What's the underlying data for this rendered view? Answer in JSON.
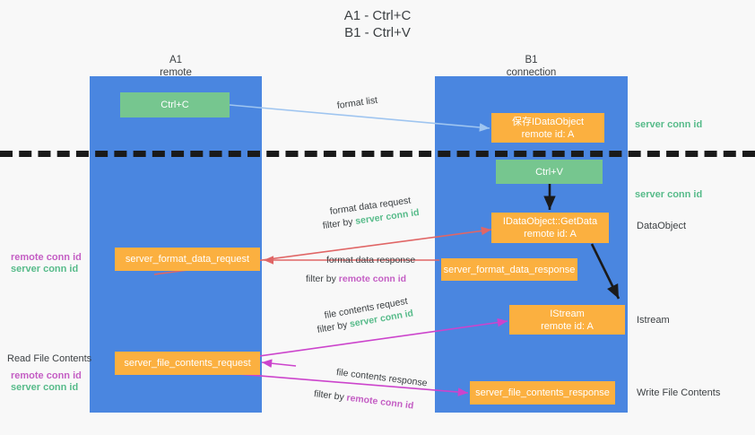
{
  "title": {
    "line1": "A1 - Ctrl+C",
    "line2": "B1 - Ctrl+V"
  },
  "columns": [
    {
      "name": "A1",
      "sub": "remote"
    },
    {
      "name": "B1",
      "sub": "connection"
    }
  ],
  "nodes": {
    "ctrl_c": {
      "line1": "Ctrl+C",
      "line2": ""
    },
    "save_idataobject": {
      "line1": "保存IDataObject",
      "line2": "remote id: A"
    },
    "ctrl_v": {
      "line1": "Ctrl+V",
      "line2": ""
    },
    "idataobject_getdata": {
      "line1": "IDataObject::GetData",
      "line2": "remote id: A"
    },
    "server_format_data_request": {
      "line1": "server_format_data_request",
      "line2": ""
    },
    "server_format_data_response": {
      "line1": "server_format_data_response",
      "line2": ""
    },
    "istream": {
      "line1": "IStream",
      "line2": "remote id: A"
    },
    "server_file_contents_request": {
      "line1": "server_file_contents_request",
      "line2": ""
    },
    "server_file_contents_response": {
      "line1": "server_file_contents_response",
      "line2": ""
    }
  },
  "right_labels": {
    "server_conn_id_1": "server conn id",
    "server_conn_id_2": "server conn id",
    "dataobject": "DataObject",
    "istream": "Istream",
    "write_file_contents": "Write File Contents"
  },
  "left_labels": {
    "remote_conn_id_1": "remote conn id",
    "server_conn_id_1": "server conn id",
    "read_file_contents": "Read File Contents",
    "remote_conn_id_2": "remote conn id",
    "server_conn_id_2": "server conn id"
  },
  "arrow_labels": {
    "format_list": "format list",
    "format_data_request": "format data request",
    "format_data_request_filter_prefix": "filter by ",
    "format_data_request_filter_value": "server conn id",
    "format_data_response": "format data response",
    "format_data_response_filter_prefix": "filter by ",
    "format_data_response_filter_value": "remote conn id",
    "file_contents_request": "file contents request",
    "file_contents_request_filter_prefix": "filter by ",
    "file_contents_request_filter_value": "server conn id",
    "file_contents_response": "file contents response",
    "file_contents_response_filter_prefix": "filter by ",
    "file_contents_response_filter_value": "remote conn id"
  },
  "colors": {
    "lane": "#4a86e0",
    "green_node": "#76c68f",
    "orange_node": "#fbb040",
    "green_text": "#57bb8a",
    "purple_text": "#c45ec4",
    "arrow_blue": "#9fc5f0",
    "arrow_red": "#e06666",
    "arrow_magenta": "#cc44cc",
    "arrow_black": "#1a1a1a",
    "dashed_line": "#1a1a1a",
    "background": "#f8f8f8"
  }
}
